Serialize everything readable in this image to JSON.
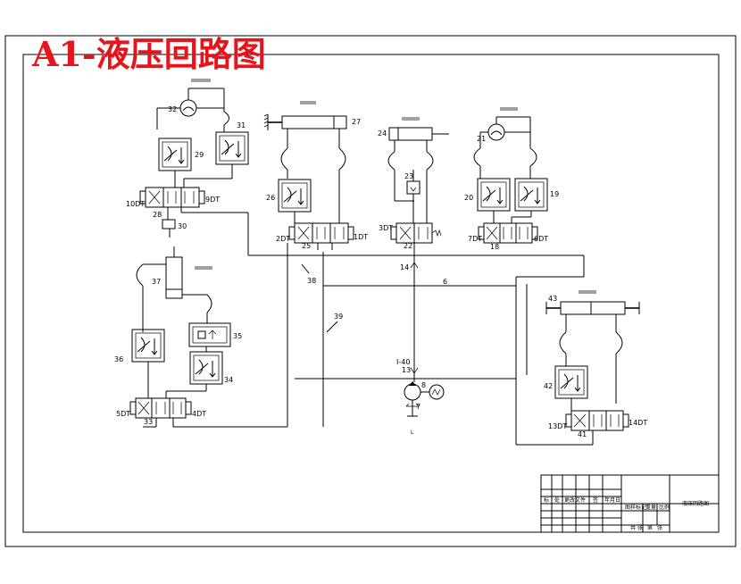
{
  "title": "A1-液压回路图",
  "labels": {
    "n32": "32",
    "n31": "31",
    "n29": "29",
    "n28": "28",
    "n30": "30",
    "n10dt": "10DT",
    "n9dt": "9DT",
    "n27": "27",
    "n26": "26",
    "n25": "25",
    "n2dt": "2DT",
    "n1dt": "1DT",
    "n24": "24",
    "n23": "23",
    "n22": "22",
    "n3dt": "3DT",
    "n21": "21",
    "n20": "20",
    "n19": "19",
    "n18": "18",
    "n7dt": "7DT",
    "n6dt": "6DT",
    "n37": "37",
    "n35": "35",
    "n36": "36",
    "n34": "34",
    "n33": "33",
    "n5dt": "5DT",
    "n4dt": "4DT",
    "n38": "38",
    "n39": "39",
    "n14": "14",
    "n6": "6",
    "n43": "43",
    "n42": "42",
    "n41": "41",
    "n13dt": "13DT",
    "n14dt": "14DT",
    "ni40": "I-40",
    "n13": "13",
    "n8": "8",
    "n7": "7"
  },
  "title_block": {
    "name": "液压回路图",
    "left_cells": [
      "标",
      "处",
      "更改文件",
      "签",
      "年月日"
    ],
    "mid_cells": [
      "图样标记",
      "重量",
      "比例"
    ],
    "bottom_cells": [
      "共",
      "张",
      "第",
      "张"
    ]
  }
}
